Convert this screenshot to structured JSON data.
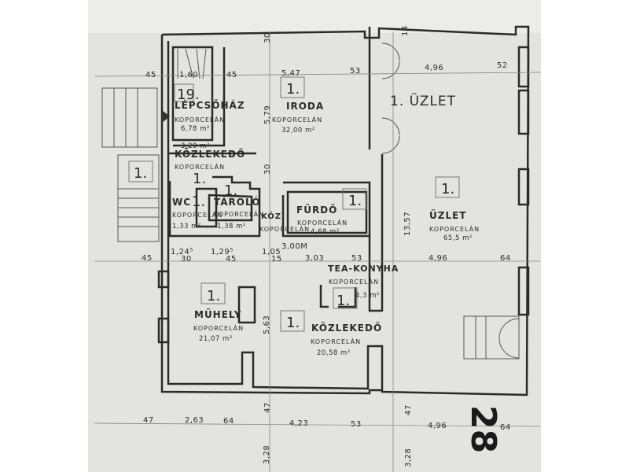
{
  "rooms": {
    "lepcsohaz": {
      "no": "19.",
      "name": "LÉPCSŐHÁZ",
      "material": "KOPORCELÁN",
      "area": "6,78 m²"
    },
    "iroda": {
      "no": "1.",
      "name": "IRODA",
      "material": "KOPORCELÁN",
      "area": "32,00 m²"
    },
    "uzlet_title": "1. ÜZLET",
    "uzlet": {
      "no": "1.",
      "name": "ÜZLET",
      "material": "KOPORCELÁN",
      "area": "65,5 m²"
    },
    "kozlekedo_top": {
      "no": "1.",
      "name": "KÖZLEKEDŐ",
      "material": "KOPORCELÁN",
      "area": "3,29 m²"
    },
    "wc": {
      "no": "1.",
      "name": "WC",
      "material": "KOPORCELÁN",
      "area": "1,33 m²"
    },
    "tarolo": {
      "no": "1.",
      "name": "TÁROLÓ",
      "material": "KOPORCELÁN",
      "area": "1,38 m²"
    },
    "koz": {
      "name": "KÖZ",
      "material": "KOPORCELÁN"
    },
    "furdo": {
      "no": "1.",
      "name": "FÜRDŐ",
      "material": "KOPORCELÁN",
      "area": "4,68 m²"
    },
    "teakonyha": {
      "no": "1.",
      "name": "TEA-KONYHA",
      "material": "KOPORCELÁN",
      "area": "4,3 m²"
    },
    "muhely": {
      "no": "1.",
      "name": "MÜHELY",
      "material": "KOPORCELÁN",
      "area": "21,07 m²"
    },
    "kozlekedo": {
      "no": "1.",
      "name": "KÖZLEKEDŐ",
      "material": "KOPORCELÁN",
      "area": "20,58 m²"
    },
    "stair_no": "1."
  },
  "dimensions": {
    "top": [
      "45",
      "1,60",
      "45",
      "5,47",
      "53",
      "4,96",
      "52"
    ],
    "top_small": [
      "30",
      "14"
    ],
    "vertical": [
      "5,79",
      "30",
      "13,57",
      "5,63"
    ],
    "mid": [
      "45",
      "1,24⁵",
      "1,29⁵",
      "1,05",
      "3,03",
      "53",
      "4,96",
      "64"
    ],
    "mid_sub": [
      "30",
      "45",
      "15"
    ],
    "ceiling": "3,00M",
    "bottom": [
      "47",
      "2,63",
      "64",
      "4,23",
      "53",
      "4,96",
      "64"
    ],
    "bottom_vertical": [
      "47",
      "47",
      "3,28",
      "3,28"
    ]
  },
  "marker": "28"
}
